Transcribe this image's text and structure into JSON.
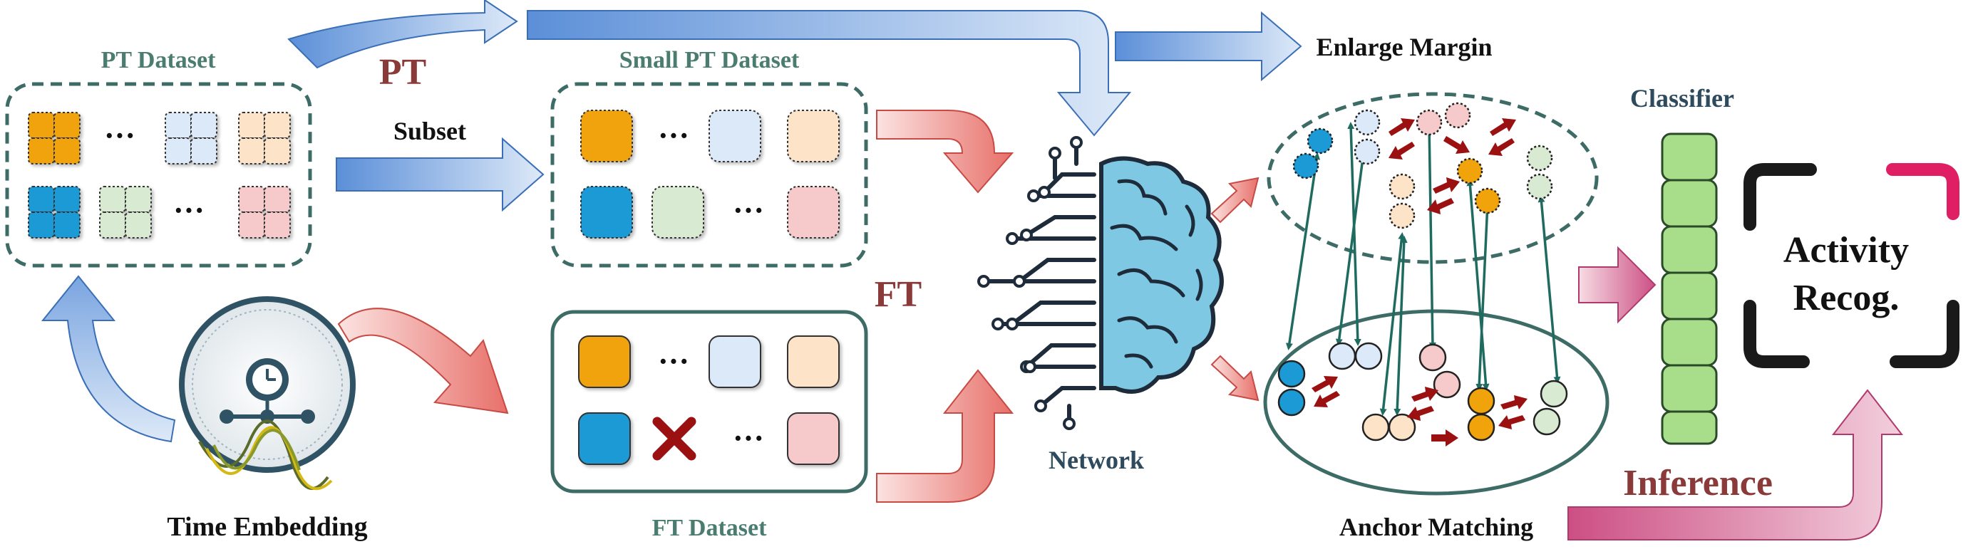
{
  "labels": {
    "pt_dataset": "PT Dataset",
    "pt": "PT",
    "subset": "Subset",
    "small_pt_dataset": "Small PT Dataset",
    "enlarge_margin": "Enlarge Margin",
    "classifier": "Classifier",
    "ft": "FT",
    "time_embedding": "Time Embedding",
    "ft_dataset": "FT Dataset",
    "network": "Network",
    "anchor_matching": "Anchor Matching",
    "inference": "Inference",
    "activity_recog_line1": "Activity",
    "activity_recog_line2": "Recog.",
    "ellipsis": "···"
  },
  "colors": {
    "teal": "#3d6b66",
    "teal_text": "#4a7d70",
    "navy_text": "#2d4a5e",
    "red_text": "#8b3a3a",
    "orange": "#f0a30a",
    "blue": "#1b9ad6",
    "light_blue": "#dbe9f8",
    "peach": "#fde3c8",
    "light_green": "#d9ead3",
    "pink": "#f6caca",
    "green_bar": "#a8de8a",
    "magenta": "#e01e63",
    "dark_red": "#9b1010",
    "brain": "#7ec8e3"
  },
  "icons": [
    "clock-icon",
    "wave-icon",
    "brain-icon",
    "circuit-icon",
    "cross-icon",
    "arrow-icon"
  ]
}
